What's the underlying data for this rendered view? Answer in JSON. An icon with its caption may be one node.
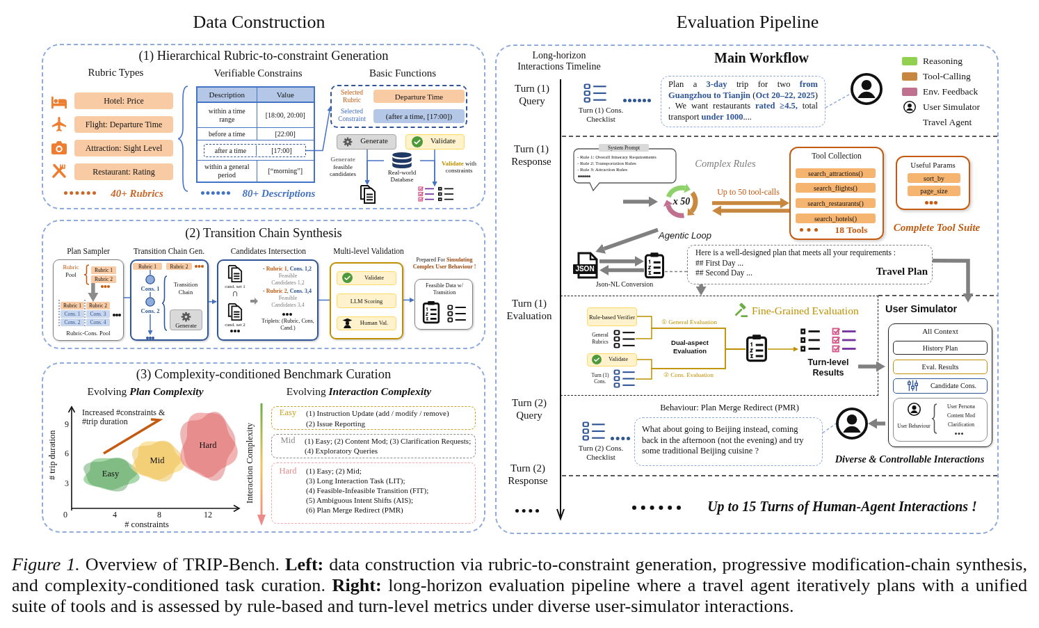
{
  "diagram": {
    "caption": "*Figure 1.* Overview of TRIP-Bench. **Left:** data construction via rubric-to-constraint generation, progressive modification-chain synthesis, and complexity-conditioned task curation. **Right:** long-horizon evaluation pipeline where a travel agent iteratively plans with a unified suite of tools and is assessed by rule-based and turn-level metrics under diverse user-simulator interactions.",
    "nodes": [
      {
        "text": [
          "(1) Hierarchical Rubric-to-constraint Generation"
        ]
      },
      {
        "text": [
          "Hotel: Price"
        ],
        "in": 0
      },
      {
        "text": [
          "Flight: Departure Time"
        ],
        "in": 0
      },
      {
        "text": [
          "Attraction: Sight Level"
        ],
        "in": 0
      },
      {
        "text": [
          "Restaurant: Rating"
        ],
        "in": 0
      },
      {
        "text": [
          "Description",
          "Value",
          "within a time range",
          "[18:00, 20:00]",
          "before a time",
          "[22:00]",
          "within a general period",
          "[“morning”]"
        ],
        "in": 0
      },
      {
        "text": [
          "after a time",
          "[17:00]"
        ],
        "in": 5
      },
      {
        "text": [
          "Selected Rubric",
          "Selected Constraint"
        ],
        "in": 0
      },
      {
        "text": [
          "Departure Time"
        ],
        "in": 7
      },
      {
        "text": [
          "(after a time, [17:00])"
        ],
        "in": 7
      },
      {
        "text": [
          "Generate"
        ],
        "in": 0
      },
      {
        "text": [
          "Validate"
        ],
        "in": 0
      },
      {
        "text": [
          "Real-world Database"
        ],
        "in": 0
      },
      {
        "text": [],
        "shape": "document",
        "in": 0
      },
      {
        "text": [],
        "shape": "checklist",
        "in": 0
      },
      {
        "text": [
          "(2) Transition Chain Synthesis"
        ]
      },
      {
        "text": [
          "Rubric Pool",
          "Rubric-Cons. Pool"
        ],
        "in": 15
      },
      {
        "text": [
          "Rubric 1"
        ],
        "in": 16
      },
      {
        "text": [
          "Rubric 2"
        ],
        "in": 16
      },
      {
        "text": [
          "Rubric 1"
        ],
        "in": 16
      },
      {
        "text": [
          "Cons. 1"
        ],
        "in": 16
      },
      {
        "text": [
          "Cons. 2"
        ],
        "in": 16
      },
      {
        "text": [
          "Rubric 2"
        ],
        "in": 16
      },
      {
        "text": [
          "Cons. 3"
        ],
        "in": 16
      },
      {
        "text": [
          "Cons. 4"
        ],
        "in": 16
      },
      {
        "text": [
          "Transition Chain"
        ],
        "in": 15
      },
      {
        "text": [
          "Rubric 1"
        ],
        "in": 25
      },
      {
        "text": [
          "Rubric 2"
        ],
        "in": 25
      },
      {
        "text": [
          "Cons. 1"
        ],
        "in": 25
      },
      {
        "text": [
          "Cons. 2"
        ],
        "in": 25
      },
      {
        "text": [
          "Generate"
        ],
        "in": 25
      },
      {
        "text": [
          "cand. set 1",
          "∩",
          "cand. set 2",
          "- **Rubric 1**, **Cons. 1,2**",
          "Feasible Candidates 1,2",
          "- **Rubric 2**, **Cons. 3,4**",
          "Feasible Candidates 3,4",
          "Triplets: (Rubric, Cons, Cand.)"
        ],
        "in": 15
      },
      {
        "text": [],
        "shape": "box",
        "in": 15
      },
      {
        "text": [
          "Validate"
        ],
        "in": 32
      },
      {
        "text": [
          "LLM Scoring"
        ],
        "in": 32
      },
      {
        "text": [
          "Human Val."
        ],
        "in": 32
      },
      {
        "text": [
          "Feasible Data w/ Transition"
        ],
        "in": 15
      },
      {
        "text": [
          "(3) Complexity-conditioned Benchmark Curation"
        ]
      },
      {
        "text": [
          "Easy"
        ],
        "in": 37
      },
      {
        "text": [
          "Mid"
        ],
        "in": 37
      },
      {
        "text": [
          "Hard"
        ],
        "in": 37
      },
      {
        "text": [
          "Easy",
          "(1) Instruction Update (add / modify / remove)",
          "(2) Issue Reporting"
        ],
        "in": 37
      },
      {
        "text": [
          "Mid",
          "(1) Easy; (2) Content Mod; (3) Clarification Requests; (4) Exploratory Queries"
        ],
        "in": 37
      },
      {
        "text": [
          "Hard",
          "(1) Easy; (2) Mid;",
          "(3) Long Interaction Task (LIT);",
          "(4) Feasible-Infeasible Transition (FIT);",
          "(5) Ambiguous Intent Shifts (AIS);",
          "(6) Plan Merge Redirect (PMR)"
        ],
        "in": 37
      },
      {
        "text": [
          "Evaluation Pipeline"
        ]
      },
      {
        "text": [
          "Turn (1) Cons. Checklist"
        ],
        "in": 44
      },
      {
        "text": [
          "Plan a **3-day** trip for two **from Guangzhou to Tianjin** (**Oct 20–22, 2025**) . We want restaurants **rated ≥4.5,** total transport **under 1000**...."
        ],
        "in": 44
      },
      {
        "text": [],
        "shape": "person",
        "in": 44
      },
      {
        "text": [
          "System Prompt",
          "- Rule 1: Overall Itinerary Requirements",
          "- Rule 2: Transportation Rules",
          "- Rule 3: Attraction Rules"
        ],
        "in": 44
      },
      {
        "text": [
          "x 50",
          "Agentic Loop"
        ],
        "in": 44
      },
      {
        "text": [
          "Tool Collection",
          "18 Tools"
        ],
        "in": 44
      },
      {
        "text": [
          "search_attractions()"
        ],
        "in": 50
      },
      {
        "text": [
          "search_flights()"
        ],
        "in": 50
      },
      {
        "text": [
          "search_restaurants()"
        ],
        "in": 50
      },
      {
        "text": [
          "search_hotels()"
        ],
        "in": 50
      },
      {
        "text": [
          "Useful Params"
        ],
        "in": 44
      },
      {
        "text": [
          "sort_by"
        ],
        "in": 55
      },
      {
        "text": [
          "page_size"
        ],
        "in": 55
      },
      {
        "text": [
          "JSON"
        ],
        "in": 44
      },
      {
        "text": [],
        "shape": "clipboard",
        "in": 44
      },
      {
        "text": [
          "Here is a well-designed plan that meets all your requirements :",
          "## First Day ...",
          "## Second Day ...",
          "Travel Plan"
        ],
        "in": 44
      },
      {
        "text": [
          "Fine-Grained Evaluation"
        ],
        "in": 44
      },
      {
        "text": [
          "Rule-based Verifier"
        ],
        "in": 61
      },
      {
        "text": [
          "General Rubrics"
        ],
        "in": 61
      },
      {
        "text": [
          "Validate"
        ],
        "in": 61
      },
      {
        "text": [
          "Turn (1) Cons."
        ],
        "in": 61
      },
      {
        "text": [],
        "shape": "clipboard",
        "in": 61
      },
      {
        "text": [
          "Turn-level Results"
        ],
        "in": 61
      },
      {
        "text": [
          "User Simulator",
          "All Context"
        ],
        "in": 44
      },
      {
        "text": [
          "History Plan"
        ],
        "in": 68
      },
      {
        "text": [
          "Eval. Results"
        ],
        "in": 68
      },
      {
        "text": [
          "Candidate Cons."
        ],
        "in": 68
      },
      {
        "text": [
          "User Behaviour",
          "User Persona",
          "Content Mod",
          "Clarification"
        ],
        "in": 68
      },
      {
        "text": [
          "Turn (2) Cons. Checklist"
        ],
        "in": 44
      },
      {
        "text": [
          "What about going to Beijing instead, coming back in the afternoon (not the evening) and try some traditional Beijing cuisine ?"
        ],
        "beside": [
          "Behaviour: Plan Merge Redirect (PMR)"
        ],
        "in": 44
      },
      {
        "text": [],
        "shape": "person",
        "in": 44
      }
    ],
    "edges": [
      {
        "from": 6,
        "to": 7,
        "arrow": "to"
      },
      {
        "from": 10,
        "to": 13,
        "arrow": "to",
        "label": "**Generate** feasible candidates"
      },
      {
        "from": 12,
        "to": 13,
        "arrow": "to"
      },
      {
        "from": 11,
        "to": 14,
        "arrow": "to",
        "label": "**Validate** with constraints"
      },
      {
        "from": 12,
        "to": 14,
        "arrow": "to"
      },
      {
        "from": 16,
        "to": 25,
        "arrow": "none"
      },
      {
        "from": 26,
        "to": 28,
        "arrow": "none"
      },
      {
        "from": 28,
        "to": 29,
        "arrow": "none"
      },
      {
        "from": 29,
        "to": null,
        "arrow": "to"
      },
      {
        "from": 25,
        "to": 31,
        "arrow": "to"
      },
      {
        "from": 31,
        "to": 32,
        "arrow": "none"
      },
      {
        "from": 32,
        "to": 36,
        "arrow": "to"
      },
      {
        "from": 46,
        "to": 47,
        "arrow": "none",
        "style": "dashed",
        "color": "#8faadc"
      },
      {
        "from": null,
        "to": 49,
        "arrow": "to",
        "style": "thick",
        "color": "#808080"
      },
      {
        "from": 49,
        "to": 50,
        "arrow": "to",
        "label": "Up to 50 tool-calls",
        "style": "thick",
        "color": "#c8873e"
      },
      {
        "from": 50,
        "to": 49,
        "arrow": "to",
        "style": "thick",
        "color": "#c8873e"
      },
      {
        "from": 49,
        "to": 58,
        "arrow": "to",
        "style": "thick",
        "color": "#808080"
      },
      {
        "from": 58,
        "to": 59,
        "arrow": "to",
        "style": "thick",
        "color": "#808080"
      },
      {
        "from": 59,
        "to": 58,
        "arrow": "to",
        "style": "thick",
        "color": "#808080"
      },
      {
        "from": 59,
        "to": 60,
        "arrow": "none",
        "style": "dashed",
        "color": "#808080"
      },
      {
        "from": 60,
        "to": 61,
        "arrow": "to",
        "style": "thick",
        "color": "#808080"
      },
      {
        "from": 60,
        "to": 68,
        "arrow": "to",
        "style": "thick",
        "color": "#808080"
      },
      {
        "from": 62,
        "to": 66,
        "arrow": "none",
        "label": "① General Evaluation",
        "color": "#bf9000"
      },
      {
        "from": 63,
        "to": 66,
        "arrow": "none",
        "color": "#bf9000"
      },
      {
        "from": 64,
        "to": 66,
        "arrow": "none",
        "label": "② Cons. Evaluation",
        "color": "#bf9000"
      },
      {
        "from": 65,
        "to": 66,
        "arrow": "none",
        "color": "#bf9000"
      },
      {
        "from": 66,
        "to": 67,
        "arrow": "to",
        "color": "#bf9000"
      },
      {
        "from": 67,
        "to": 68,
        "arrow": "to",
        "style": "thick",
        "color": "#808080"
      },
      {
        "from": 68,
        "to": 75,
        "arrow": "to",
        "style": "thick",
        "color": "#808080"
      },
      {
        "from": 74,
        "to": 75,
        "arrow": "none",
        "style": "dashed",
        "color": "#8faadc"
      },
      {
        "from": 18,
        "to": 22,
        "arrow": "to",
        "style": "thick",
        "color": "#8c8c8c"
      }
    ],
    "labels": [
      "Data Construction",
      "Rubric Types",
      "Verifiable Constrains",
      "Basic Functions",
      "40+ Rubrics",
      "80+ Descriptions",
      "Plan Sampler",
      "Transition Chain Gen.",
      "Candidates Intersection",
      "Multi-level Validation",
      "Prepared For **Simulating Complex User Behaviour !**",
      "Evolving **Plan Complexity**",
      "Evolving **Interaction Complexity**",
      "Increased #constraints & #trip duration",
      "9",
      "6",
      "3",
      "0",
      "4",
      "8",
      "12",
      "# trip duration",
      "# constraints",
      "Interaction Complexity",
      "Long-horizon Interactions Timeline",
      "Main Workflow",
      "Turn (1) Query",
      "Turn (1) Response",
      "Complex Rules",
      "Complete Tool Suite",
      "Json-NL Conversion",
      "Turn (1) Evaluation",
      "Dual-aspect Evaluation",
      "Turn (2) Query",
      "Diverse & Controllable Interactions",
      "Turn (2) Response",
      "Up to 15 Turns of Human-Agent Interactions !"
    ],
    "legend": [
      {
        "text": "Reasoning",
        "color": "#92d050"
      },
      {
        "text": "Tool-Calling",
        "color": "#c8873e"
      },
      {
        "text": "Env. Feedback",
        "color": "#c0718f"
      },
      {
        "text": "User Simulator"
      },
      {
        "text": "Travel Agent"
      }
    ]
  }
}
